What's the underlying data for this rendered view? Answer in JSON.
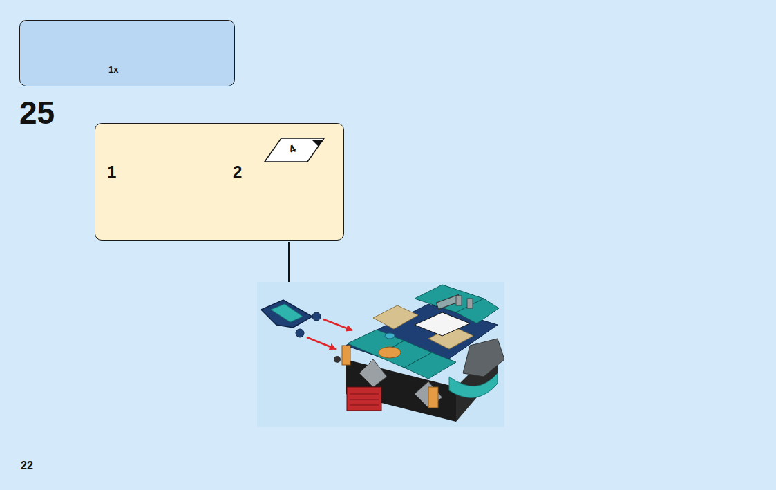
{
  "diagram": {
    "nodes": [
      {
        "text": [
          "1x"
        ]
      },
      {
        "text": [
          "1",
          "2"
        ]
      },
      {
        "text": [
          "4"
        ],
        "in": 1
      }
    ],
    "labels": [
      "25",
      "22"
    ]
  }
}
